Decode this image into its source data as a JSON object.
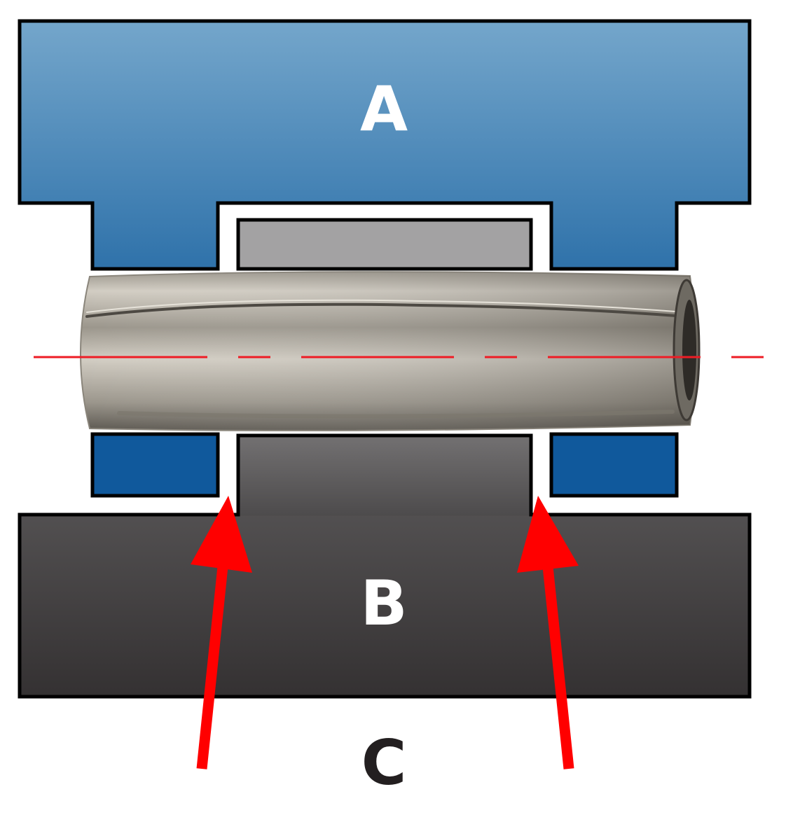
{
  "labels": {
    "top_block": "A",
    "bottom_block": "B",
    "caption": "C"
  },
  "colors": {
    "blue_top": "#74a6cb",
    "blue_bottom": "#2f72aa",
    "blue_clamp": "#10599c",
    "gray_insert": "#a3a2a3",
    "dark_top": "#5f5d5e",
    "dark_bottom": "#343132",
    "support_top": "#727071",
    "support_bottom": "#4d4b4c",
    "pin_light": "#d2cdc3",
    "pin_mid": "#9b968c",
    "pin_dark": "#5b5750",
    "arrow": "#ff0000",
    "centerline": "#ee1c25",
    "label_light": "#ffffff",
    "label_dark": "#231f20"
  }
}
